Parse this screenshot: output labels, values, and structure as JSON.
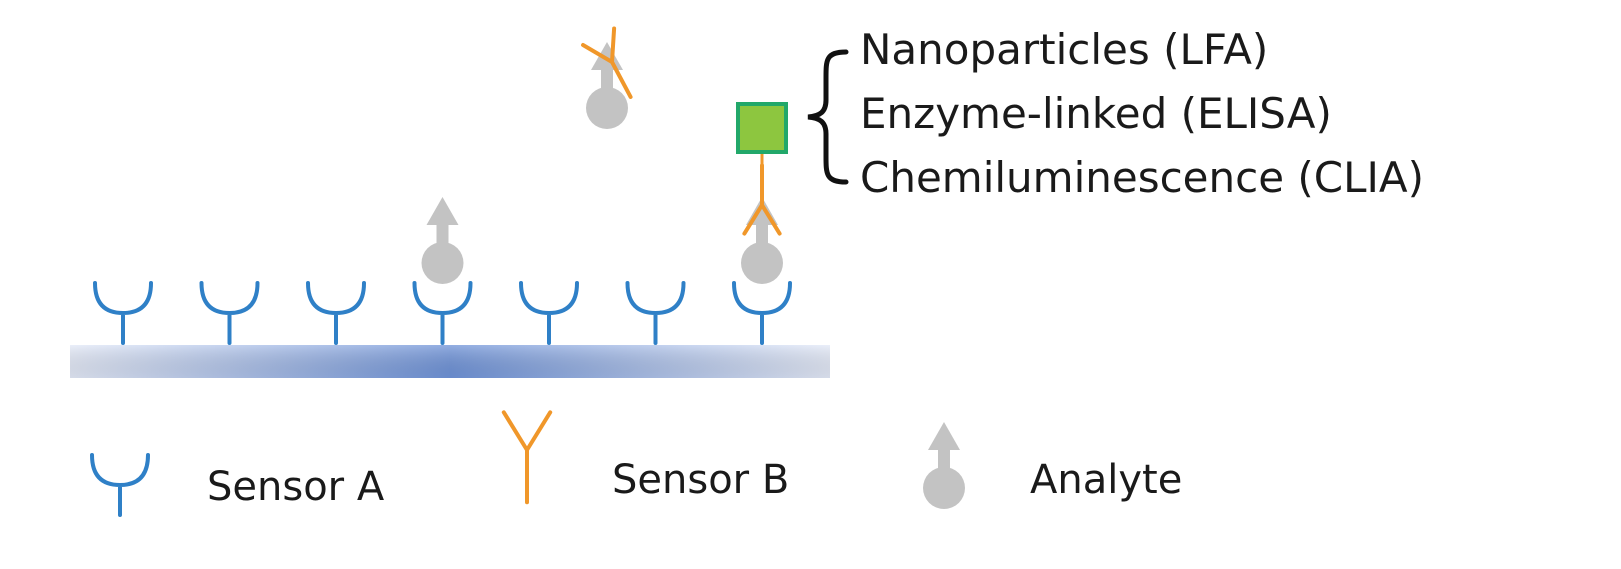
{
  "detection_methods": {
    "items": [
      "Nanoparticles (LFA)",
      "Enzyme-linked (ELISA)",
      "Chemiluminescence (CLIA)"
    ]
  },
  "legend": {
    "sensor_a": "Sensor A",
    "sensor_b": "Sensor B",
    "analyte": "Analyte"
  },
  "surface": {
    "sensor_count": 7,
    "bound_analyte_positions": [
      4,
      7
    ]
  },
  "colors": {
    "sensor_a": "#2f80c7",
    "sensor_b": "#f0972a",
    "analyte": "#c3c3c3",
    "label_fill": "#8dc63f",
    "label_stroke": "#22a86a",
    "surface_center": "#6f93d8",
    "surface_edge": "#e3e9f7"
  }
}
